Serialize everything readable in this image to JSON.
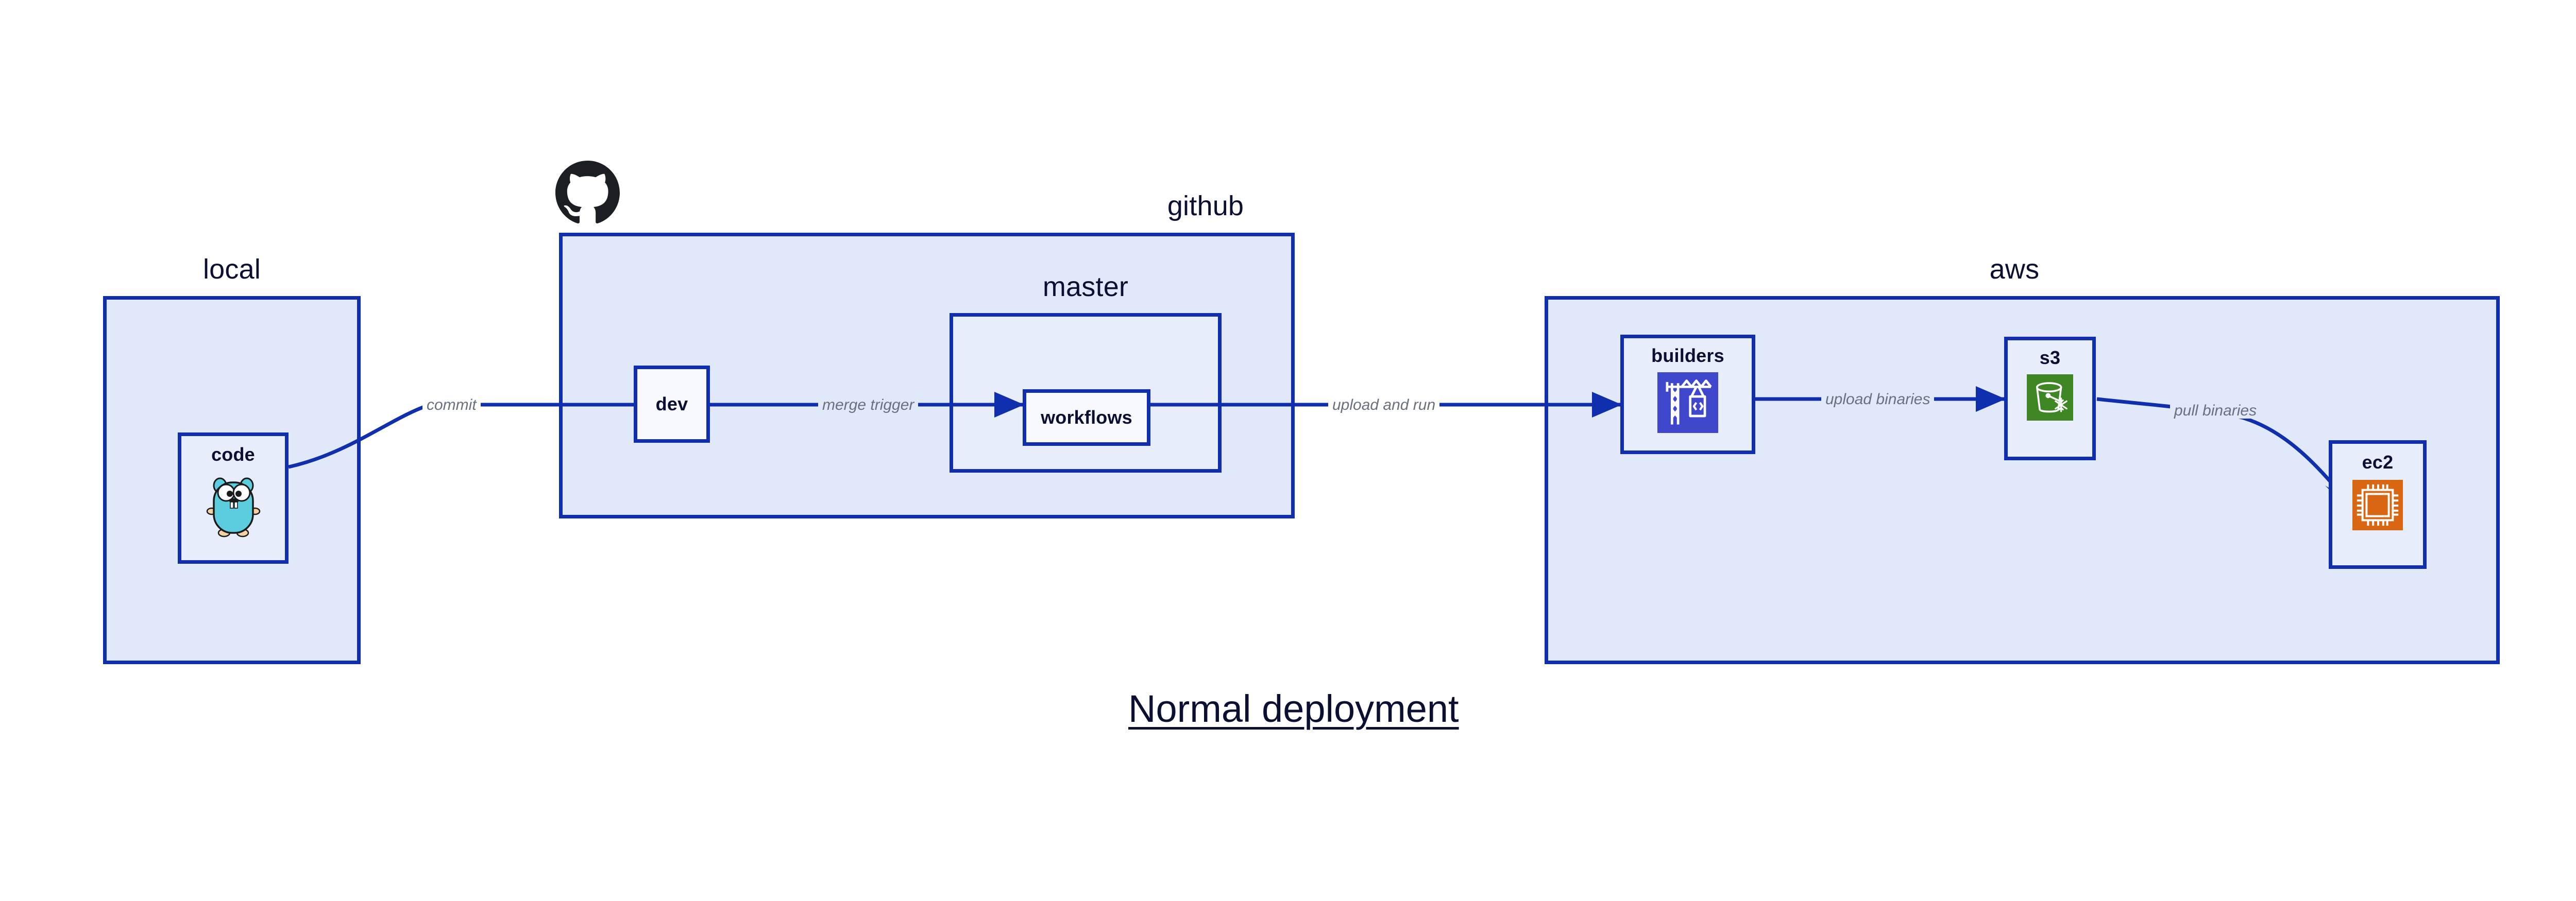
{
  "diagram": {
    "caption": "Normal deployment",
    "accent_color": "#102FAF",
    "cluster_fill": "#E1E8FA",
    "node_fill": "#E8EDFB",
    "label_color": "#69707E",
    "text_color": "#0B1033"
  },
  "clusters": [
    {
      "id": "local",
      "title": "local",
      "fill": "#E1E8FA",
      "border": "#102FAF"
    },
    {
      "id": "github",
      "title": "github",
      "fill": "#E1E8FA",
      "border": "#102FAF",
      "logo": "github-octocat-icon"
    },
    {
      "id": "master",
      "title": "master",
      "fill": "#E8EDFB",
      "border": "#102FAF"
    },
    {
      "id": "aws",
      "title": "aws",
      "fill": "#E1E8FA",
      "border": "#102FAF"
    }
  ],
  "nodes": [
    {
      "id": "code",
      "label": "code",
      "icon": "go-gopher-icon",
      "icon_color": "#5BCDDE",
      "parent": "local"
    },
    {
      "id": "dev",
      "label": "dev",
      "icon": null,
      "parent": "github"
    },
    {
      "id": "workflows",
      "label": "workflows",
      "icon": null,
      "parent": "master"
    },
    {
      "id": "builders",
      "label": "builders",
      "icon": "aws-codebuild-icon",
      "icon_color": "#3F48CC",
      "parent": "aws"
    },
    {
      "id": "s3",
      "label": "s3",
      "icon": "aws-s3-glacier-bucket-icon",
      "icon_color": "#3F8624",
      "parent": "aws"
    },
    {
      "id": "ec2",
      "label": "ec2",
      "icon": "aws-ec2-chip-icon",
      "icon_color": "#D86613",
      "parent": "aws"
    }
  ],
  "edges": [
    {
      "id": "code-dev",
      "from": "code",
      "to": "dev",
      "label": "commit"
    },
    {
      "id": "dev-workflows",
      "from": "dev",
      "to": "workflows",
      "label": "merge trigger"
    },
    {
      "id": "workflows-builders",
      "from": "workflows",
      "to": "builders",
      "label": "upload and run"
    },
    {
      "id": "builders-s3",
      "from": "builders",
      "to": "s3",
      "label": "upload binaries"
    },
    {
      "id": "s3-ec2",
      "from": "s3",
      "to": "ec2",
      "label": "pull binaries"
    }
  ]
}
